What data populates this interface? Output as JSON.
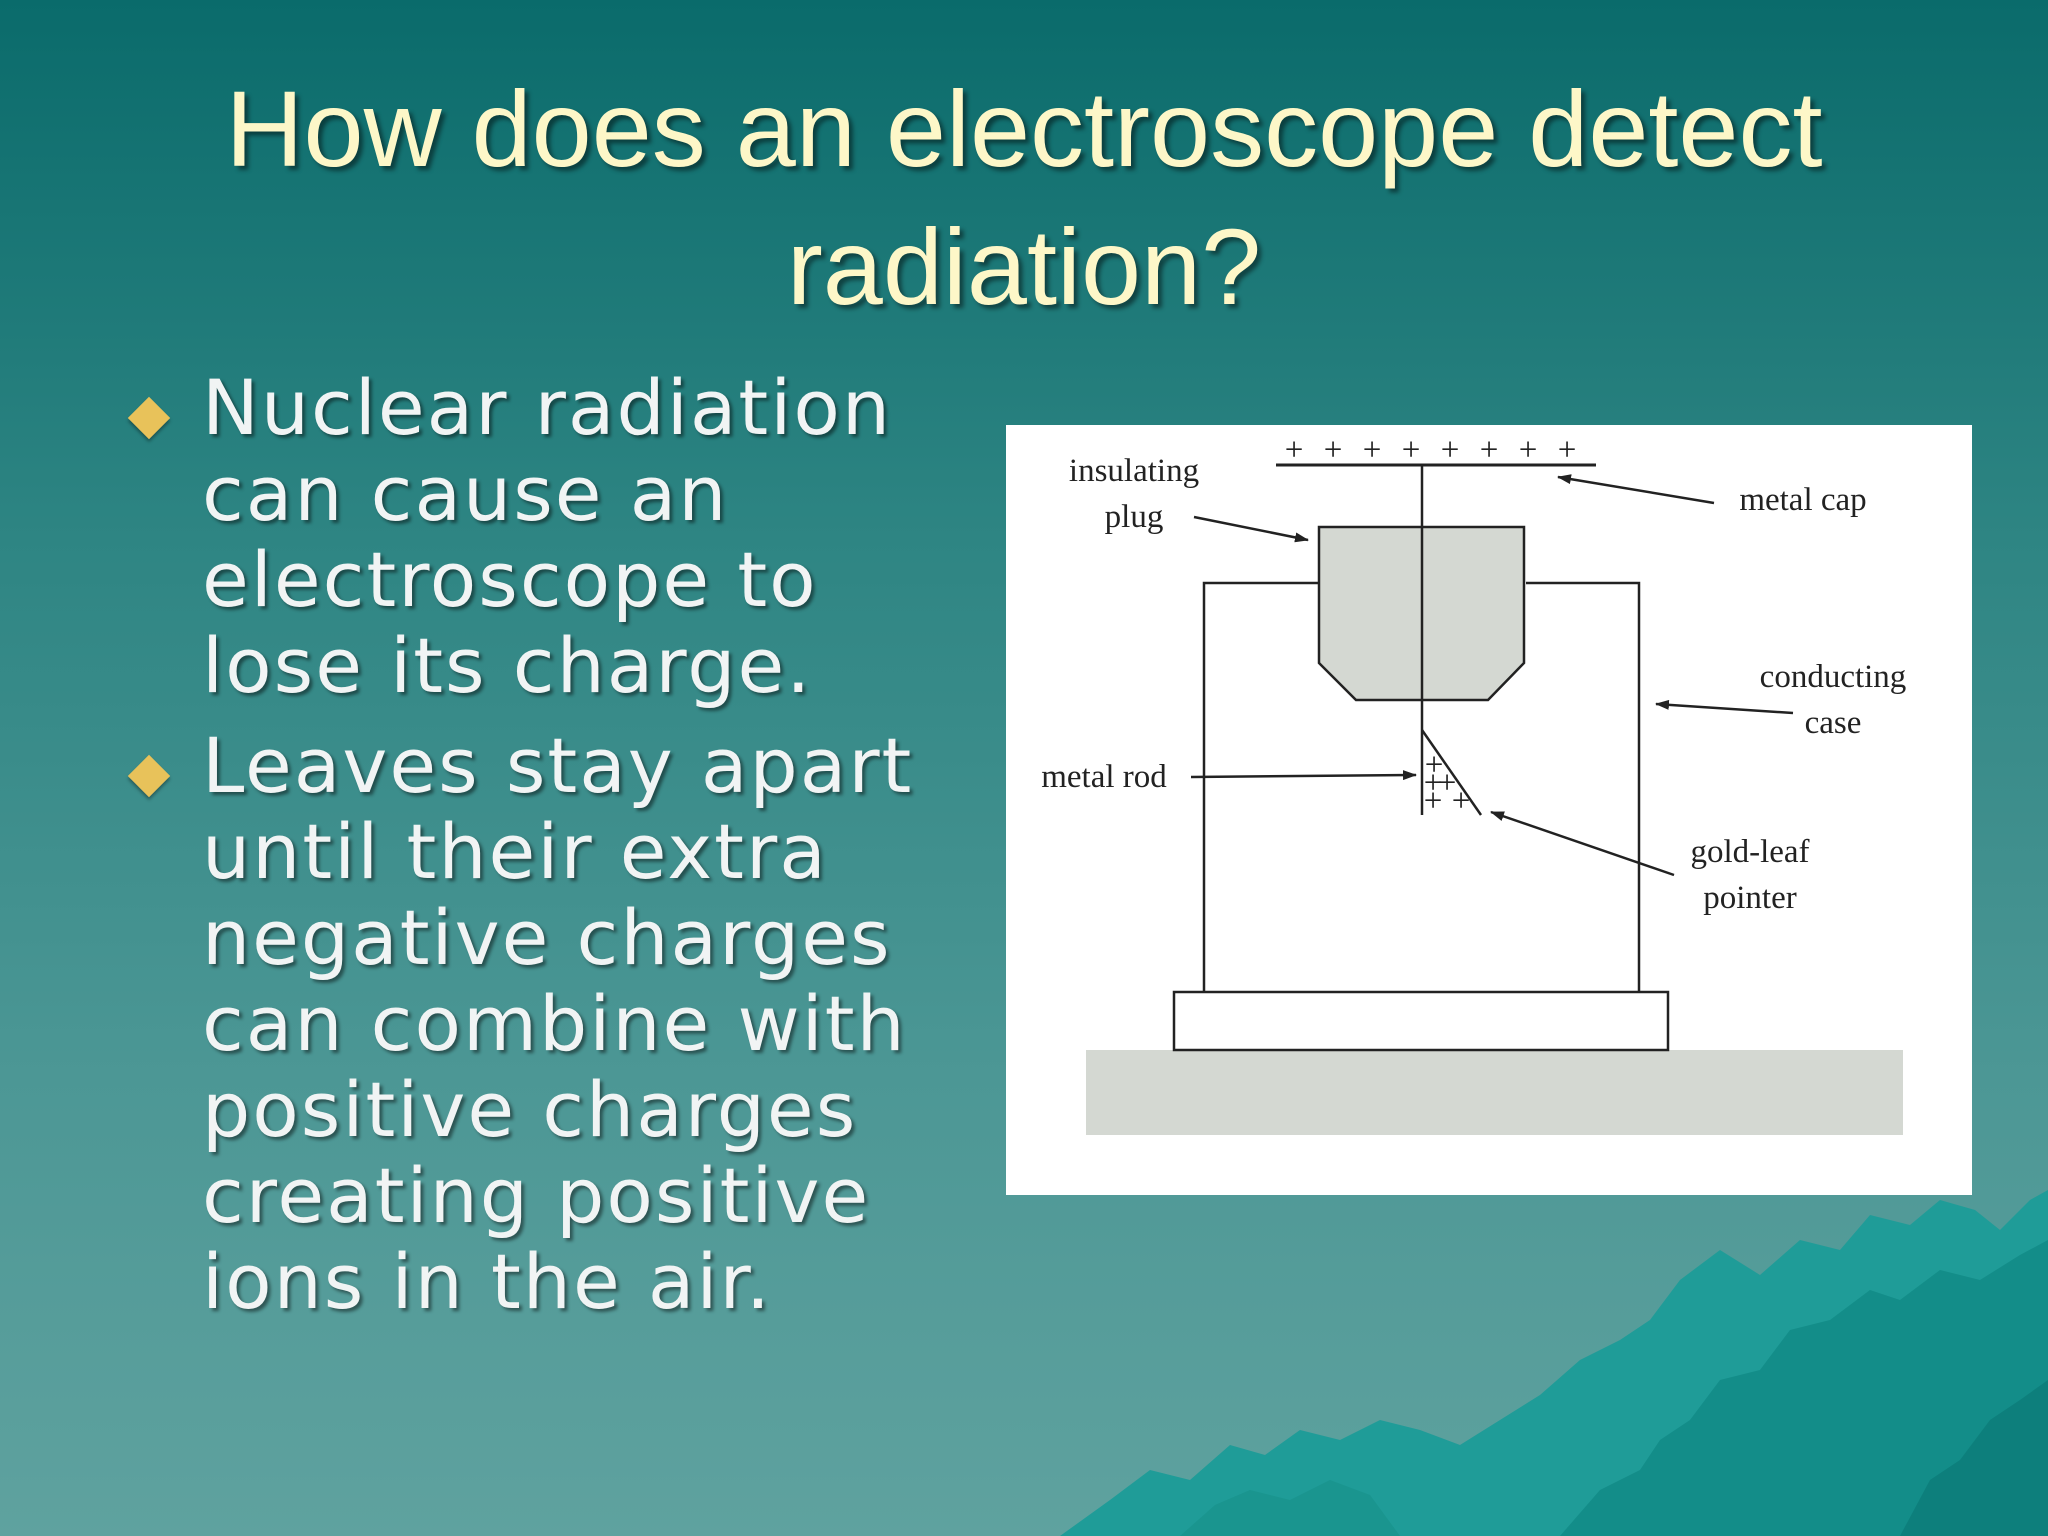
{
  "slide": {
    "title": "How does an electroscope detect radiation?",
    "bullets": [
      "Nuclear radiation can cause an electroscope to lose its charge.",
      "Leaves stay apart until their extra negative charges can combine with positive charges creating positive ions in the air."
    ],
    "bullet_icon": "diamond-bullet-icon"
  },
  "diagram": {
    "labels": {
      "insulating_plug_1": "insulating",
      "insulating_plug_2": "plug",
      "metal_cap": "metal cap",
      "conducting_case_1": "conducting",
      "conducting_case_2": "case",
      "metal_rod": "metal rod",
      "gold_leaf_1": "gold-leaf",
      "gold_leaf_2": "pointer"
    },
    "cap_charge_symbol": "+",
    "leaf_charge_symbol": "+"
  },
  "colors": {
    "title": "#fdf7c8",
    "bullet_text": "#f1f4f4",
    "bullet_marker": "#e8c25a",
    "background_top": "#0a6b6b",
    "background_bottom": "#5fa29f",
    "plug_fill": "#d4d8d2",
    "table_fill": "#d4d8d2"
  }
}
